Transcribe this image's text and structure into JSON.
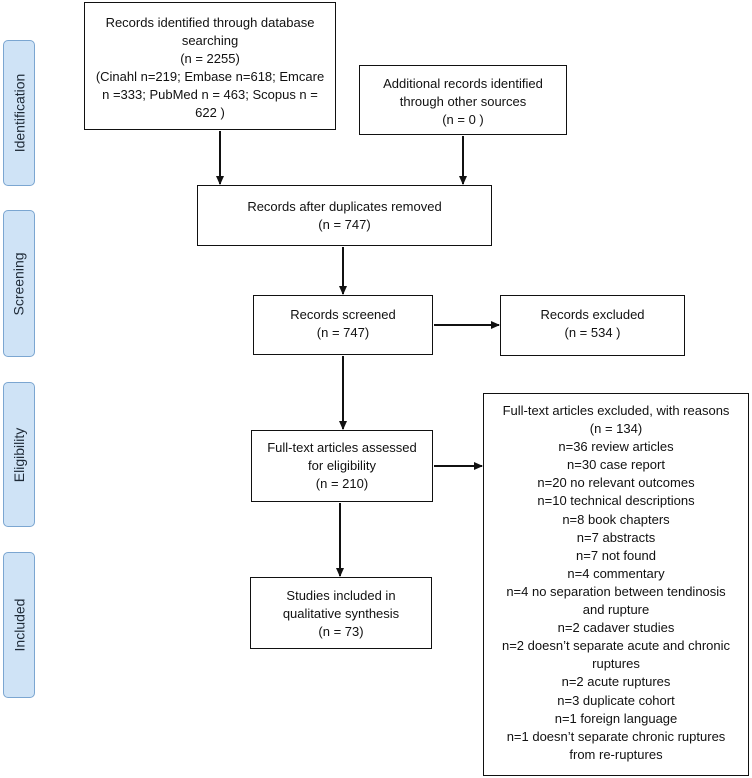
{
  "stages": {
    "identification": "Identification",
    "screening": "Screening",
    "eligibility": "Eligibility",
    "included": "Included"
  },
  "boxes": {
    "database": [
      "Records identified through database",
      "searching",
      "(n = 2255)",
      "(Cinahl n=219; Embase n=618; Emcare",
      "n =333; PubMed n = 463; Scopus n =",
      "622 )"
    ],
    "other": [
      "Additional records identified",
      "through other sources",
      "(n = 0 )"
    ],
    "duplicates": [
      "Records after duplicates removed",
      "(n = 747)"
    ],
    "screened": [
      "Records screened",
      "(n = 747)"
    ],
    "excluded": [
      "Records excluded",
      "(n = 534 )"
    ],
    "fulltext": [
      "Full-text articles assessed",
      "for eligibility",
      "(n = 210)"
    ],
    "included": [
      "Studies included in",
      "qualitative synthesis",
      "(n = 73)"
    ],
    "fulltext_excluded": [
      "Full-text articles excluded, with reasons",
      "(n = 134)",
      "n=36 review articles",
      "n=30 case report",
      "n=20 no relevant outcomes",
      "n=10 technical descriptions",
      "n=8 book chapters",
      "n=7 abstracts",
      "n=7 not found",
      "n=4 commentary",
      "n=4 no separation between tendinosis",
      "and rupture",
      "n=2 cadaver studies",
      "n=2 doesn’t separate acute and chronic",
      "ruptures",
      "n=2 acute ruptures",
      "n=3 duplicate cohort",
      "n=1 foreign language",
      "n=1 doesn’t separate chronic ruptures",
      "from re-ruptures"
    ]
  },
  "colors": {
    "stage_fill": "#cfe3f6",
    "stage_border": "#7ba6d1",
    "line": "#111111"
  }
}
